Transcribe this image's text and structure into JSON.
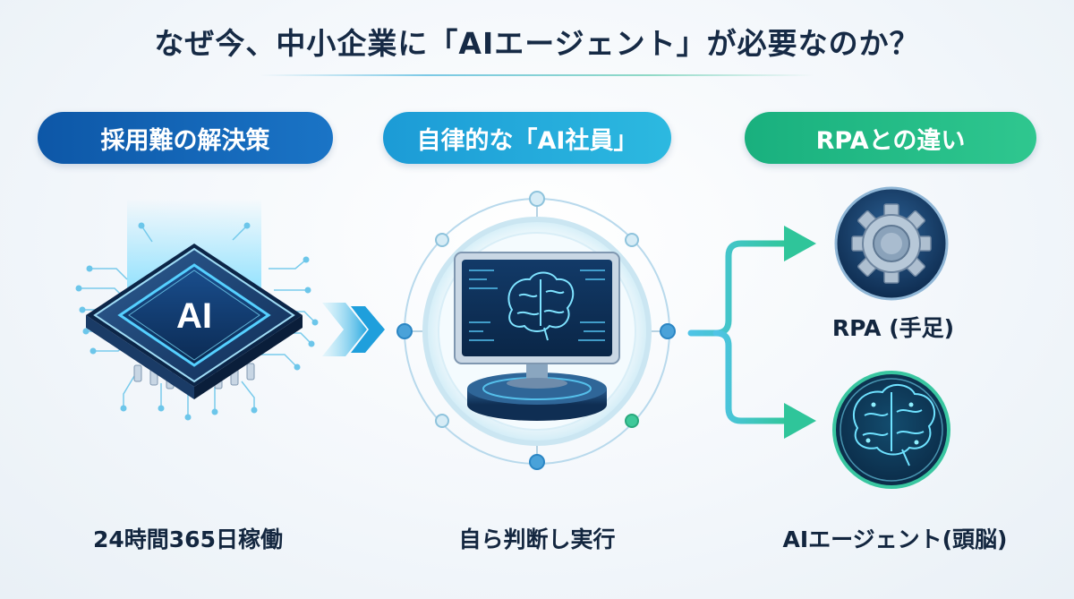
{
  "title": "なぜ今、中小企業に「AIエージェント」が必要なのか？",
  "columns": [
    {
      "heading": "採用難の解決策",
      "caption": "24時間365日稼働",
      "color": "#0d57a7"
    },
    {
      "heading": "自律的な「AI社員」",
      "caption": "自ら判断し実行",
      "color": "#1c9bd6"
    },
    {
      "heading": "RPAとの違い",
      "caption": "AIエージェント(頭脳)",
      "color": "#19b07e"
    }
  ],
  "chip": {
    "text": "AI"
  },
  "rpa": {
    "label": "RPA (手足)"
  },
  "icons": {
    "chip": "ai-chip-icon",
    "arrow": "double-chevron-right-icon",
    "monitor": "monitor-brain-icon",
    "branch": "branch-arrow-icon",
    "gear": "gear-icon",
    "brain": "brain-icon"
  },
  "colors": {
    "navy": "#13263f",
    "blue": "#0d57a7",
    "cyan": "#1c9bd6",
    "green": "#19b07e"
  }
}
